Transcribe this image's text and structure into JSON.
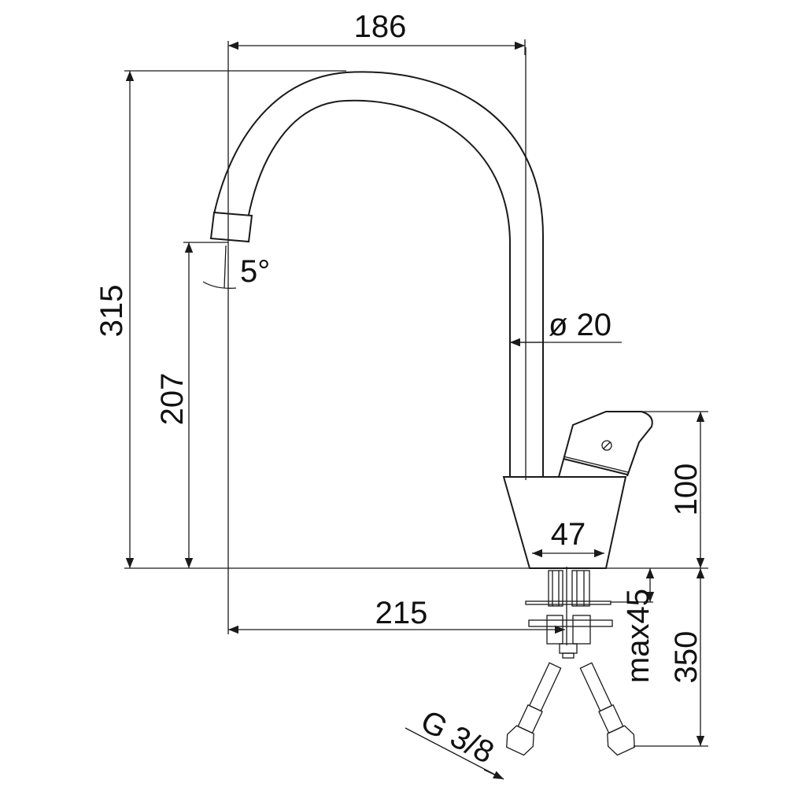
{
  "title": "Faucet technical drawing",
  "dimensions": {
    "width_top": "186",
    "total_height": "315",
    "spout_height": "207",
    "angle": "5°",
    "diameter": "ø 20",
    "body_height": "100",
    "base_width": "47",
    "reach": "215",
    "max_thickness": "max45",
    "hose_length": "350",
    "thread": "G 3/8"
  },
  "colors": {
    "line": "#1a1a1a",
    "background": "#ffffff"
  }
}
